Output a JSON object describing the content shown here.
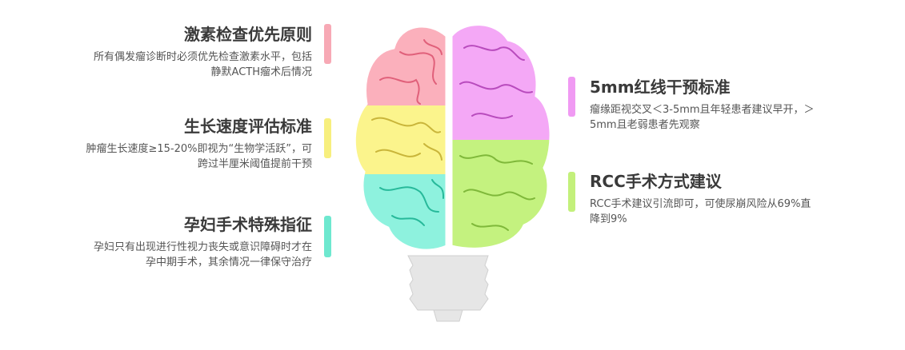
{
  "left_items": [
    {
      "title": "激素检查优先原则",
      "desc": [
        "所有偶发瘤诊断时必须优先检查激素水平，包括",
        "静默ACTH瘤术后情况"
      ],
      "color": "#f7a9b5"
    },
    {
      "title": "生长速度评估标准",
      "desc": [
        "肿瘤生长速度≥15-20%即视为“生物学活跃”，可",
        "跨过半厘米阈值提前干预"
      ],
      "color": "#f7ef7e"
    },
    {
      "title": "孕妇手术特殊指征",
      "desc": [
        "孕妇只有出现进行性视力丧失或意识障碍时才在",
        "孕中期手术，其余情况一律保守治疗"
      ],
      "color": "#6ee8cf"
    }
  ],
  "right_items": [
    {
      "title": "5mm红线干预标准",
      "desc": [
        "瘤缘距视交叉＜3-5mm且年轻患者建议早开，＞",
        "5mm且老弱患者先观察"
      ],
      "color": "#f09af3"
    },
    {
      "title": "RCC手术方式建议",
      "desc": [
        "RCC手术建议引流即可，可使尿崩风险从69%直",
        "降到9%"
      ],
      "color": "#c3f07b"
    }
  ],
  "brain_colors": {
    "pink": "#fbb0bc",
    "yellow": "#fbf48c",
    "teal": "#8ef2de",
    "magenta": "#f4a8f6",
    "green": "#c4f27f",
    "bulb": "#e6e6e6"
  }
}
